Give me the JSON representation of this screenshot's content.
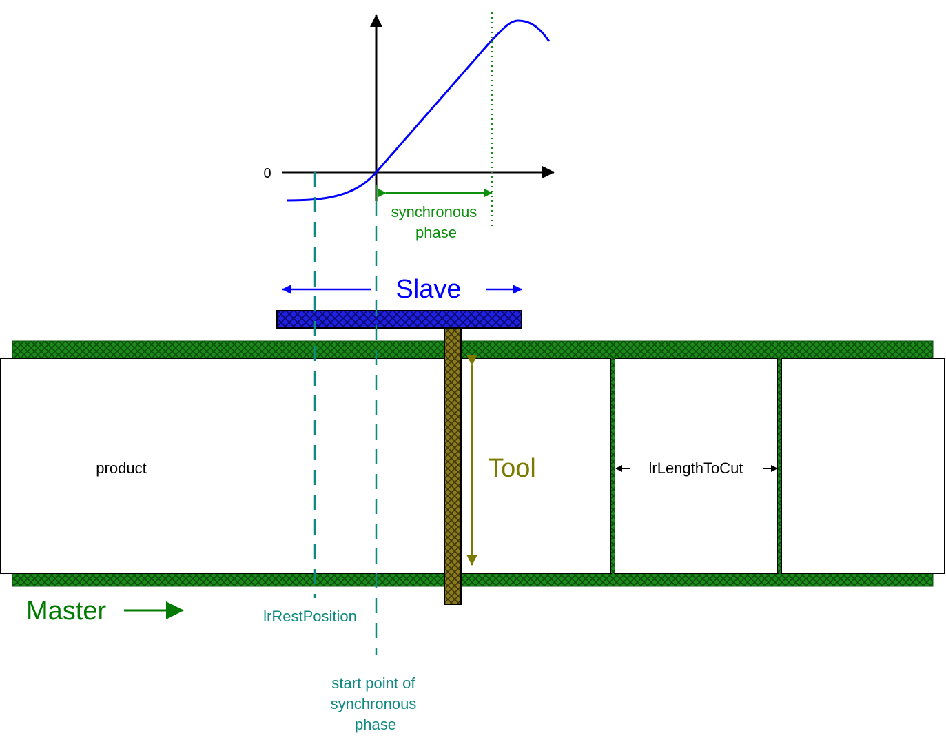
{
  "diagram": {
    "graph": {
      "zero_label": "0",
      "synchronous_phase_lines": [
        "synchronous",
        "phase"
      ]
    },
    "slave_label": "Slave",
    "tool_label": "Tool",
    "master_label": "Master",
    "product_label": "product",
    "length_to_cut_label": "lrLengthToCut",
    "rest_position_label": "lrRestPosition",
    "start_point_lines": [
      "start point of",
      "synchronous",
      "phase"
    ]
  },
  "colors": {
    "curve": "#0000ff",
    "slave": "#0000ff",
    "master": "#007a00",
    "master_belt": "#1b8a1b",
    "tool": "#7a7a00",
    "tool_bar": "#8a7a1e",
    "teal_annotation": "#0f8a80",
    "synchronous_phase": "#0f8f0f",
    "axes": "#000000"
  }
}
